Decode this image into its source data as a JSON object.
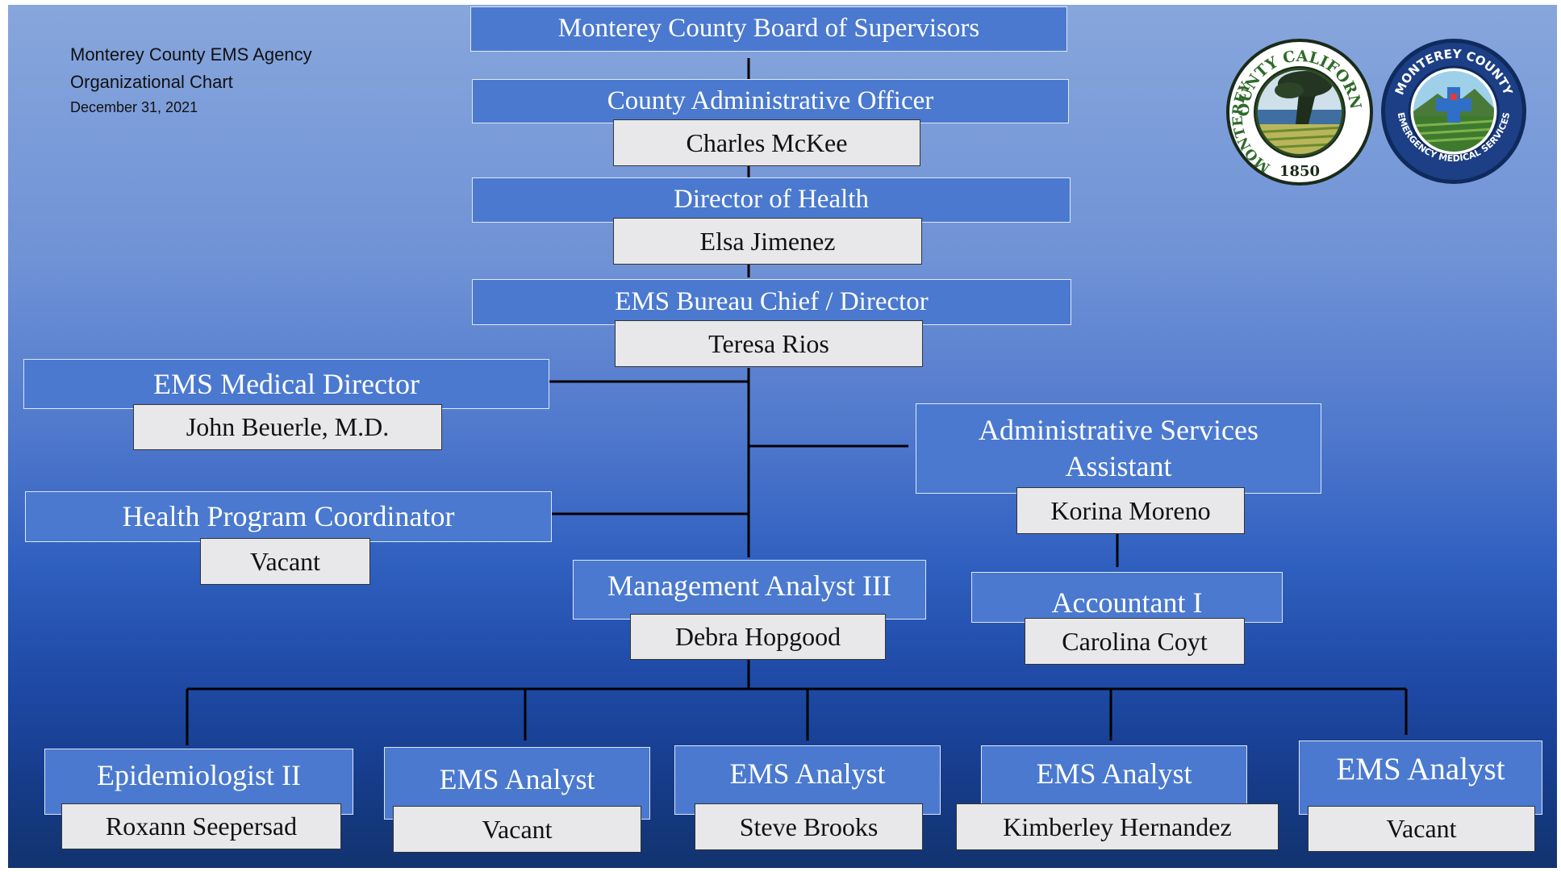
{
  "header": {
    "line1": "Monterey County EMS Agency",
    "line2": "Organizational Chart",
    "date": "December 31, 2021"
  },
  "nodes": {
    "board": {
      "title": "Monterey County Board of Supervisors"
    },
    "cao": {
      "title": "County Administrative Officer",
      "name": "Charles McKee"
    },
    "health": {
      "title": "Director of Health",
      "name": "Elsa Jimenez"
    },
    "bureau": {
      "title": "EMS Bureau Chief / Director",
      "name": "Teresa Rios"
    },
    "medical": {
      "title": "EMS Medical Director",
      "name": "John Beuerle, M.D."
    },
    "hpc": {
      "title": "Health Program Coordinator",
      "name": "Vacant"
    },
    "asa": {
      "title": "Administrative Services Assistant",
      "name": "Korina Moreno"
    },
    "acct": {
      "title": "Accountant I",
      "name": "Carolina Coyt"
    },
    "ma3": {
      "title": "Management Analyst III",
      "name": "Debra Hopgood"
    },
    "epi": {
      "title": "Epidemiologist II",
      "name": "Roxann Seepersad"
    },
    "ems1": {
      "title": "EMS Analyst",
      "name": "Vacant"
    },
    "ems2": {
      "title": "EMS Analyst",
      "name": "Steve Brooks"
    },
    "ems3": {
      "title": "EMS Analyst",
      "name": "Kimberley Hernandez"
    },
    "ems4": {
      "title": "EMS Analyst",
      "name": "Vacant"
    }
  },
  "seals": {
    "county": {
      "top_text": "COUNTY CALIFORNIA",
      "left_text": "MONTEREY",
      "year": "1850"
    },
    "ems": {
      "top_text": "MONTEREY COUNTY",
      "bottom_text": "EMERGENCY MEDICAL SERVICES"
    }
  },
  "colors": {
    "title_box": "#4a79cf",
    "name_box": "#e8e8ea",
    "connector": "#000000"
  }
}
